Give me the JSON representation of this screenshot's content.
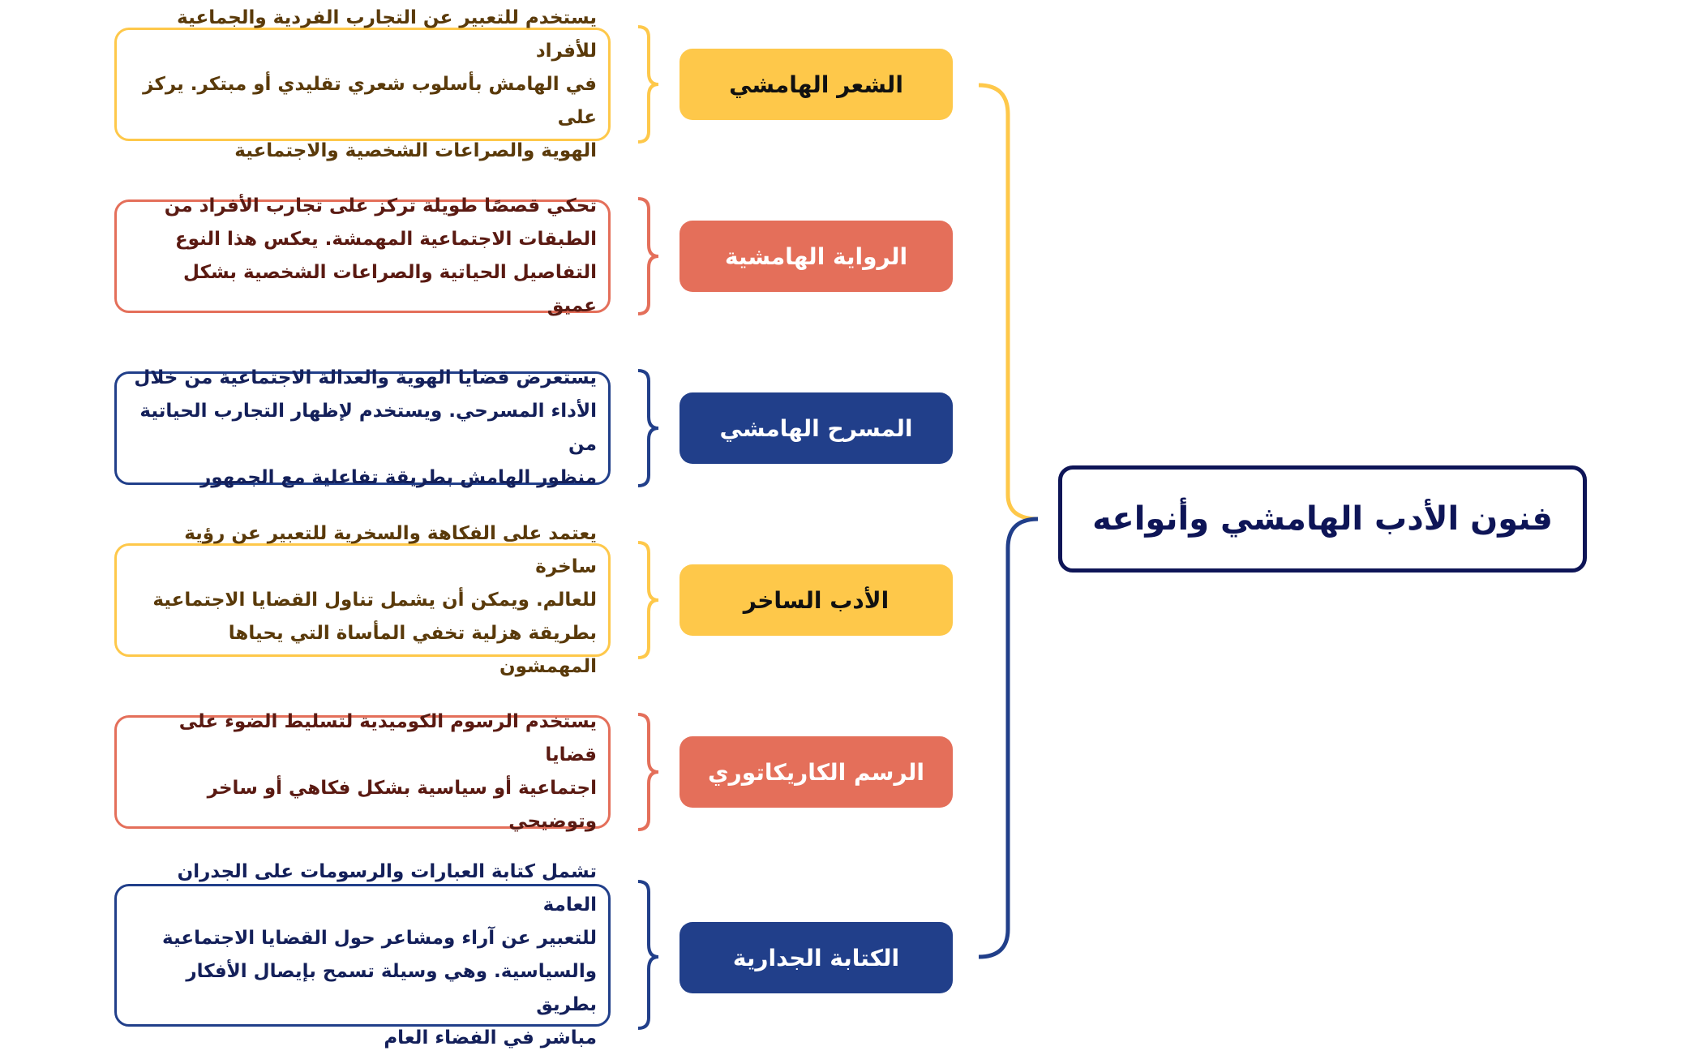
{
  "title": "فنون الأدب الهامشي وأنواعه",
  "colors": {
    "yellow": "#fec84a",
    "coral": "#e46f5a",
    "navy": "#213f8a",
    "title_border": "#0e1557",
    "yellow_text": "#5a3a0a",
    "coral_text": "#5a1a12",
    "navy_text": "#14205a"
  },
  "branches": [
    {
      "label": "الشعر الهامشي",
      "color": "yellow",
      "description": "يستخدم للتعبير عن التجارب الفردية والجماعية للأفراد\nفي الهامش بأسلوب شعري تقليدي أو مبتكر. يركز على\nالهوية والصراعات الشخصية والاجتماعية"
    },
    {
      "label": "الرواية الهامشية",
      "color": "coral",
      "description": "تحكي قصصًا طويلة تركز على تجارب الأفراد من\nالطبقات الاجتماعية المهمشة. يعكس هذا النوع\nالتفاصيل الحياتية والصراعات الشخصية بشكل عميق"
    },
    {
      "label": "المسرح الهامشي",
      "color": "navy",
      "description": "يستعرض قضايا الهوية والعدالة الاجتماعية من خلال\nالأداء المسرحي. ويستخدم لإظهار التجارب الحياتية من\nمنظور الهامش بطريقة تفاعلية مع الجمهور"
    },
    {
      "label": "الأدب الساخر",
      "color": "yellow",
      "description": "يعتمد على الفكاهة والسخرية للتعبير عن رؤية ساخرة\nللعالم. ويمكن أن يشمل تناول القضايا الاجتماعية\nبطريقة هزلية تخفي المأساة التي يحياها المهمشون"
    },
    {
      "label": "الرسم الكاريكاتوري",
      "color": "coral",
      "description": "يستخدم الرسوم الكوميدية لتسليط الضوء على قضايا\nاجتماعية أو سياسية بشكل فكاهي أو ساخر\nوتوضيحي"
    },
    {
      "label": "الكتابة الجدارية",
      "color": "navy",
      "description": "تشمل كتابة العبارات والرسومات على الجدران العامة\nللتعبير عن آراء ومشاعر حول القضايا الاجتماعية\nوالسياسية. وهي وسيلة تسمح بإيصال الأفكار بطريق\nمباشر في الفضاء العام"
    }
  ]
}
